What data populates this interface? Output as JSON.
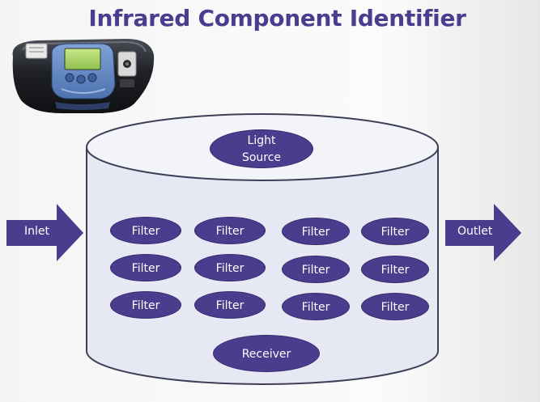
{
  "title": "Infrared Component Identifier",
  "device": {
    "icon": "handheld-analyzer-device"
  },
  "diagram": {
    "light_source": [
      "Light",
      "Source"
    ],
    "inlet": "Inlet",
    "outlet": "Outlet",
    "receiver": "Receiver",
    "filters": [
      [
        "Filter",
        "Filter",
        "Filter",
        "Filter"
      ],
      [
        "Filter",
        "Filter",
        "Filter",
        "Filter"
      ],
      [
        "Filter",
        "Filter",
        "Filter",
        "Filter"
      ]
    ]
  },
  "colors": {
    "accent": "#4b3c8e",
    "cylinder_fill": "#e6e9f3",
    "cylinder_stroke": "#3c3f57"
  }
}
